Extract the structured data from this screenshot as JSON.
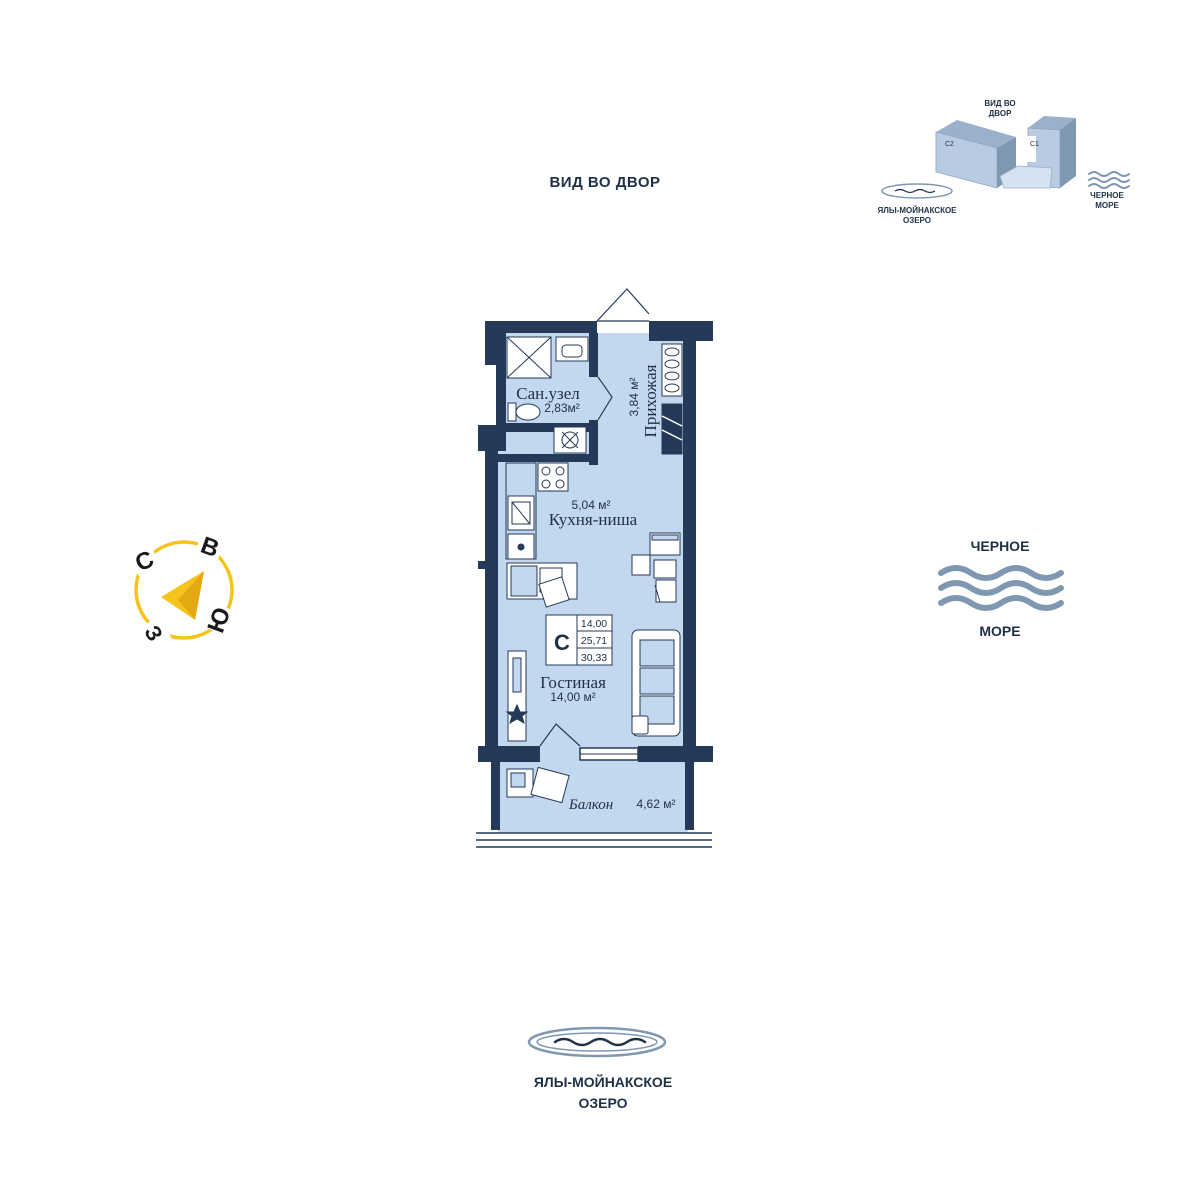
{
  "orientation": {
    "view_top": "ВИД ВО ДВОР",
    "sea_top": "ЧЕРНОЕ",
    "sea_bottom": "МОРЕ",
    "lake_line1": "ЯЛЫ-МОЙНАКСКОЕ",
    "lake_line2": "ОЗЕРО"
  },
  "minimap": {
    "view_line1": "ВИД ВО",
    "view_line2": "ДВОР",
    "building_c2": "С2",
    "building_c1": "С1",
    "lake_line1": "ЯЛЫ-МОЙНАКСКОЕ",
    "lake_line2": "ОЗЕРО",
    "sea_line1": "ЧЕРНОЕ",
    "sea_line2": "МОРЕ"
  },
  "compass": {
    "north": "С",
    "east": "В",
    "south": "Ю",
    "west": "З",
    "color": "#f6c21c"
  },
  "rooms": {
    "bathroom": {
      "name": "Сан.узел",
      "area": "2,83м²"
    },
    "hallway": {
      "name": "Прихожая",
      "area": "3,84 м²"
    },
    "kitchen": {
      "area": "5,04 м²",
      "name": "Кухня-ниша"
    },
    "living": {
      "name": "Гостиная",
      "area": "14,00 м²"
    },
    "balcony": {
      "name": "Балкон",
      "area": "4,62 м²"
    }
  },
  "apartment_badge": {
    "type": "С",
    "living_area": "14,00",
    "total_area": "25,71",
    "full_area": "30,33"
  },
  "colors": {
    "wall": "#253a58",
    "floor": "#c3d7ef",
    "water": "#7f97b1",
    "minimap_block": "#b9cbe2"
  }
}
